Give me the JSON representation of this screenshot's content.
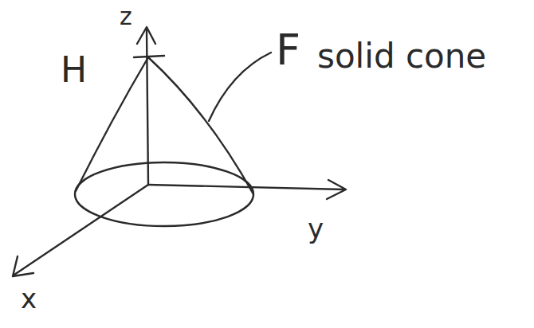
{
  "diagram": {
    "labels": [
      "z",
      "H",
      "F",
      "solid cone",
      "y",
      "x"
    ]
  }
}
